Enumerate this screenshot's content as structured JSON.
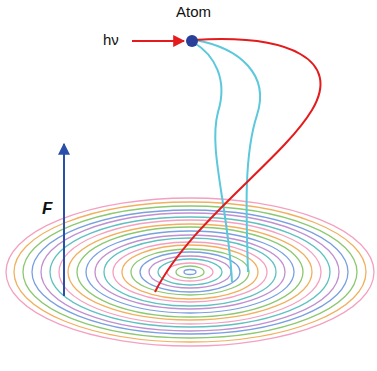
{
  "diagram": {
    "labels": [
      "Atom",
      "hν",
      "F"
    ]
  }
}
